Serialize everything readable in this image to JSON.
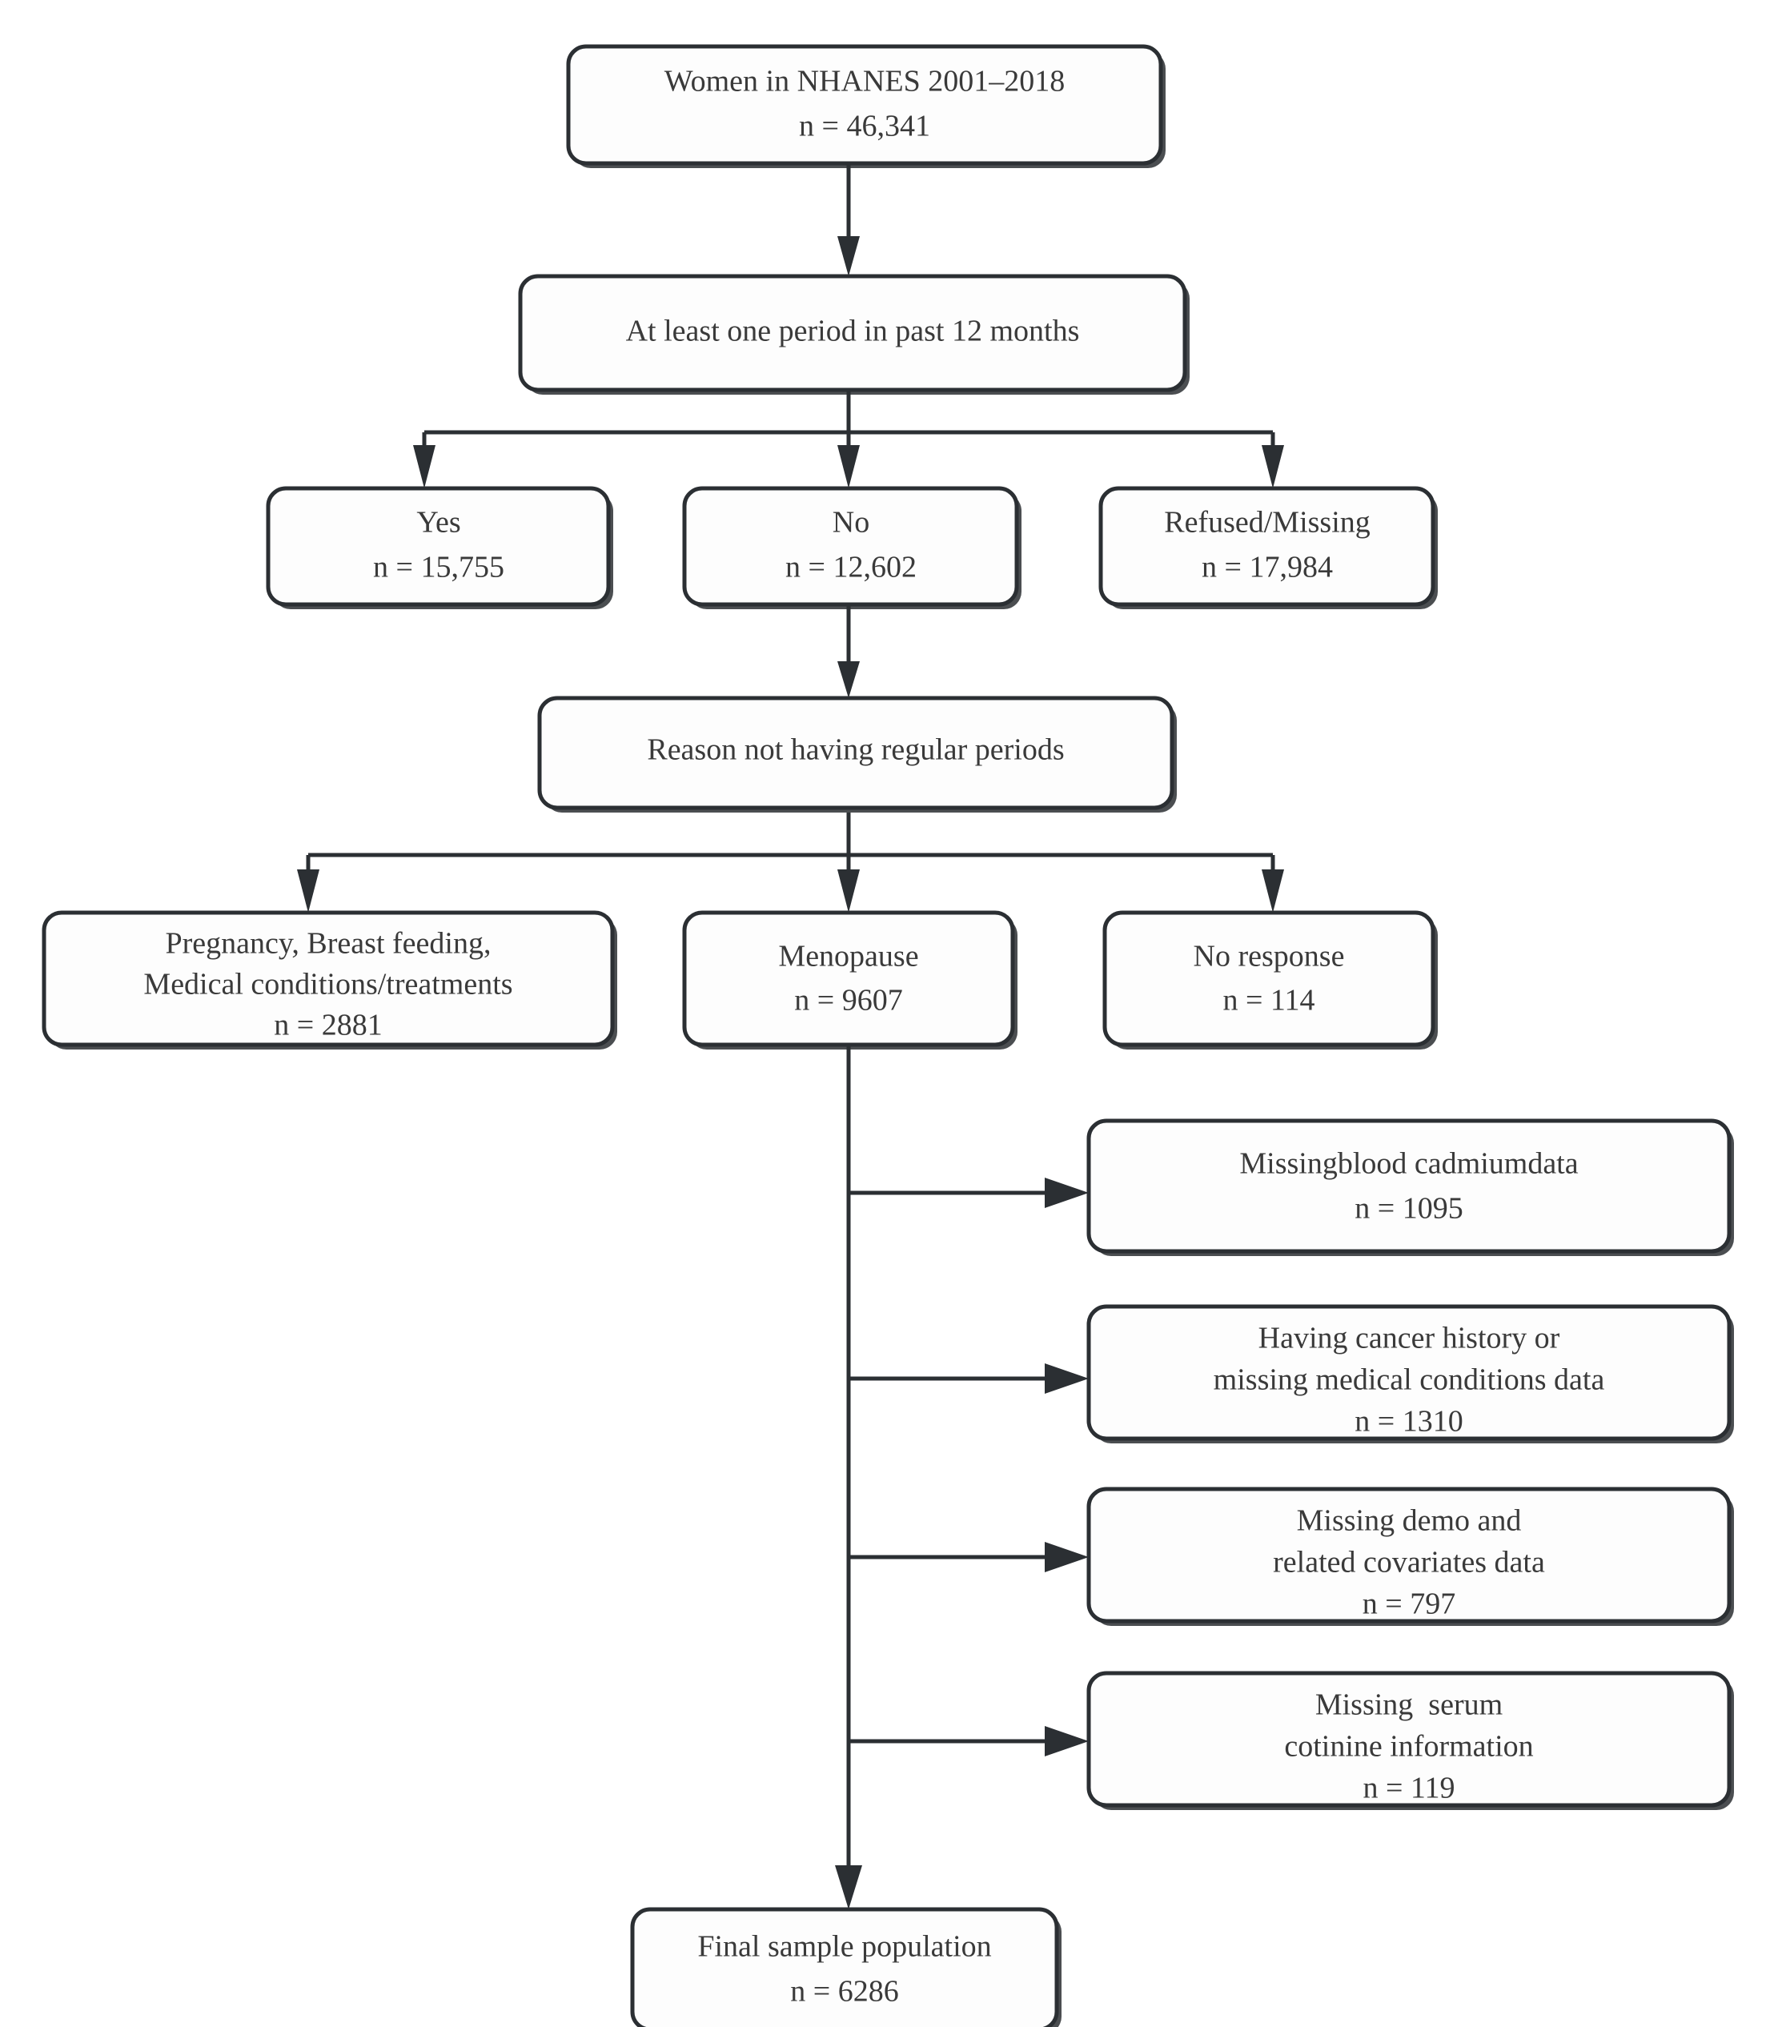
{
  "diagram": {
    "type": "flowchart",
    "title": "NHANES study sample selection flow diagram",
    "colors": {
      "stroke": "#2b2f33",
      "box_fill": "#fdfdfd",
      "text": "#3a3a3a",
      "background": "#ffffff"
    },
    "nodes": {
      "start": {
        "line1": "Women in NHANES 2001–2018",
        "line2": "n = 46,341"
      },
      "question": {
        "line1": "At least one period in past 12 months"
      },
      "answer_yes": {
        "line1": "Yes",
        "line2": "n = 15,755"
      },
      "answer_no": {
        "line1": "No",
        "line2": "n = 12,602"
      },
      "answer_refused": {
        "line1": "Refused/Missing",
        "line2": "n = 17,984"
      },
      "reason": {
        "line1": "Reason not having regular periods"
      },
      "reason_pregnancy": {
        "line1": "Pregnancy, Breast feeding,",
        "line2": "Medical conditions/treatments",
        "line3": "n = 2881"
      },
      "reason_menopause": {
        "line1": "Menopause",
        "line2": "n = 9607"
      },
      "reason_noresponse": {
        "line1": "No response",
        "line2": "n = 114"
      },
      "exclude_cadmium": {
        "line1": "Missingblood cadmiumdata",
        "line2": "n = 1095"
      },
      "exclude_cancer": {
        "line1": "Having cancer history or",
        "line2": "missing medical conditions data",
        "line3": "n = 1310"
      },
      "exclude_demo": {
        "line1": "Missing demo and",
        "line2": "related covariates data",
        "line3": "n = 797"
      },
      "exclude_cotinine": {
        "line1": "Missing  serum",
        "line2": "cotinine information",
        "line3": "n = 119"
      },
      "final": {
        "line1": "Final sample population",
        "line2": "n = 6286"
      }
    }
  }
}
